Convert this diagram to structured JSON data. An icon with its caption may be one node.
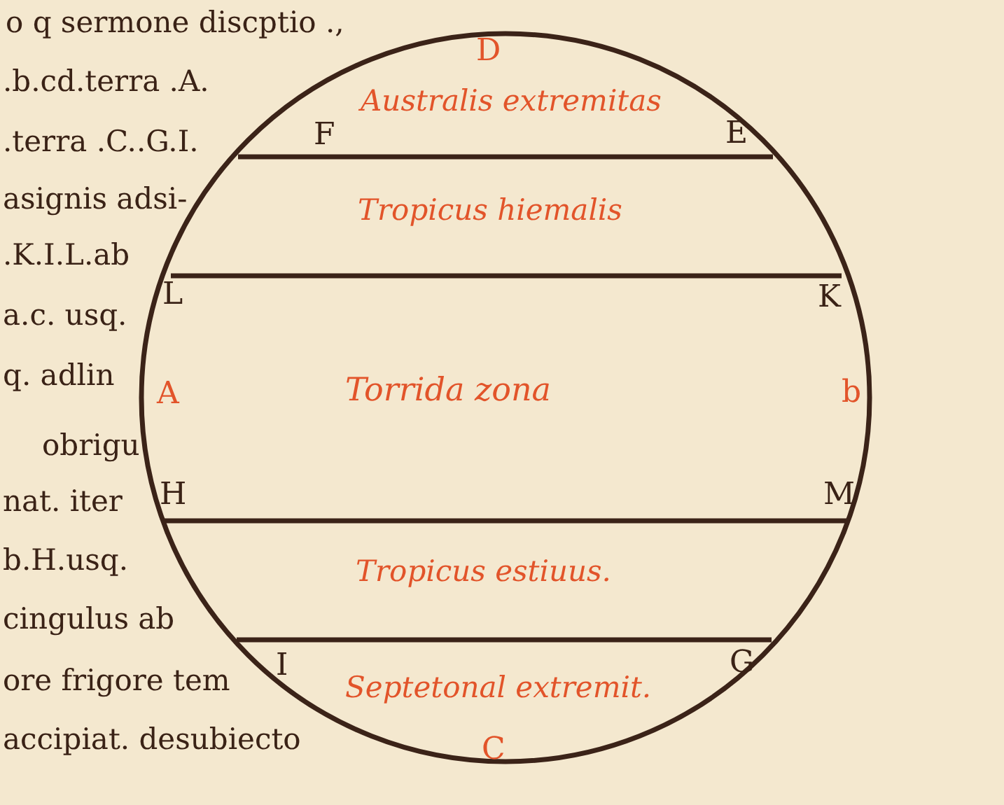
{
  "diagram": {
    "nodes": [
      {
        "text": [
          "Australis extremitas"
        ]
      },
      {
        "text": [
          "Tropicus hiemalis"
        ]
      },
      {
        "text": [
          "Torrida zona"
        ]
      },
      {
        "text": [
          "Tropicus estiuus."
        ]
      },
      {
        "text": [
          "Septetonal extremit."
        ]
      }
    ],
    "labels": [
      "o q sermone discptio .,",
      "D",
      ".b.cd.terra .A.",
      ".terra .C..G.I.",
      "F",
      "E",
      "asignis adsi-",
      ".K.I.L.ab",
      "L",
      "K",
      "a.c. usq.",
      "q. adlin",
      "A",
      "b",
      "obrigu",
      "nat. iter",
      "H",
      "M",
      "b.H.usq.",
      "cingulus ab",
      "I",
      "G",
      "ore frigore tem",
      "accipiat. desubiecto",
      "C"
    ]
  }
}
